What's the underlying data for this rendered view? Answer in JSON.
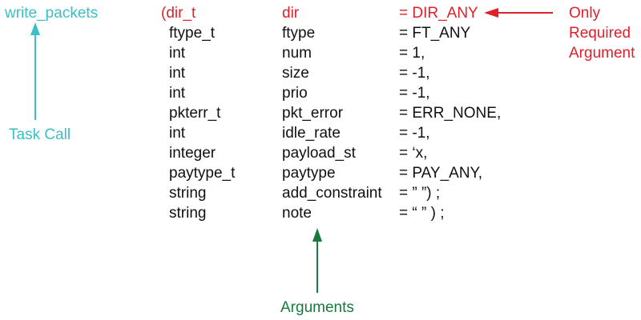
{
  "colors": {
    "task_call": "#3bbfc6",
    "required": "#e0202a",
    "arguments": "#1a7a3e",
    "text": "#111111"
  },
  "task_call": {
    "name": "write_packets",
    "caption": "Task Call"
  },
  "required_note": {
    "lines": [
      "Only",
      "Required",
      "Argument"
    ]
  },
  "arguments_caption": "Arguments",
  "signature": [
    {
      "type": "(dir_t",
      "name": "dir",
      "default": "= DIR_ANY",
      "required": true
    },
    {
      "type": "ftype_t",
      "name": "ftype",
      "default": "= FT_ANY",
      "required": false
    },
    {
      "type": "int",
      "name": "num",
      "default": "= 1,",
      "required": false
    },
    {
      "type": "int",
      "name": "size",
      "default": "= -1,",
      "required": false
    },
    {
      "type": "int",
      "name": "prio",
      "default": "= -1,",
      "required": false
    },
    {
      "type": "pkterr_t",
      "name": "pkt_error",
      "default": "= ERR_NONE,",
      "required": false
    },
    {
      "type": "int",
      "name": "idle_rate",
      "default": "= -1,",
      "required": false
    },
    {
      "type": "integer",
      "name": "payload_st",
      "default": "= ‘x,",
      "required": false
    },
    {
      "type": "paytype_t",
      "name": "paytype",
      "default": "= PAY_ANY,",
      "required": false
    },
    {
      "type": "string",
      "name": "add_constraint",
      "default": "= ” ”) ;",
      "required": false
    },
    {
      "type": "string",
      "name": "note",
      "default": "= “ ” ) ;",
      "required": false
    }
  ]
}
